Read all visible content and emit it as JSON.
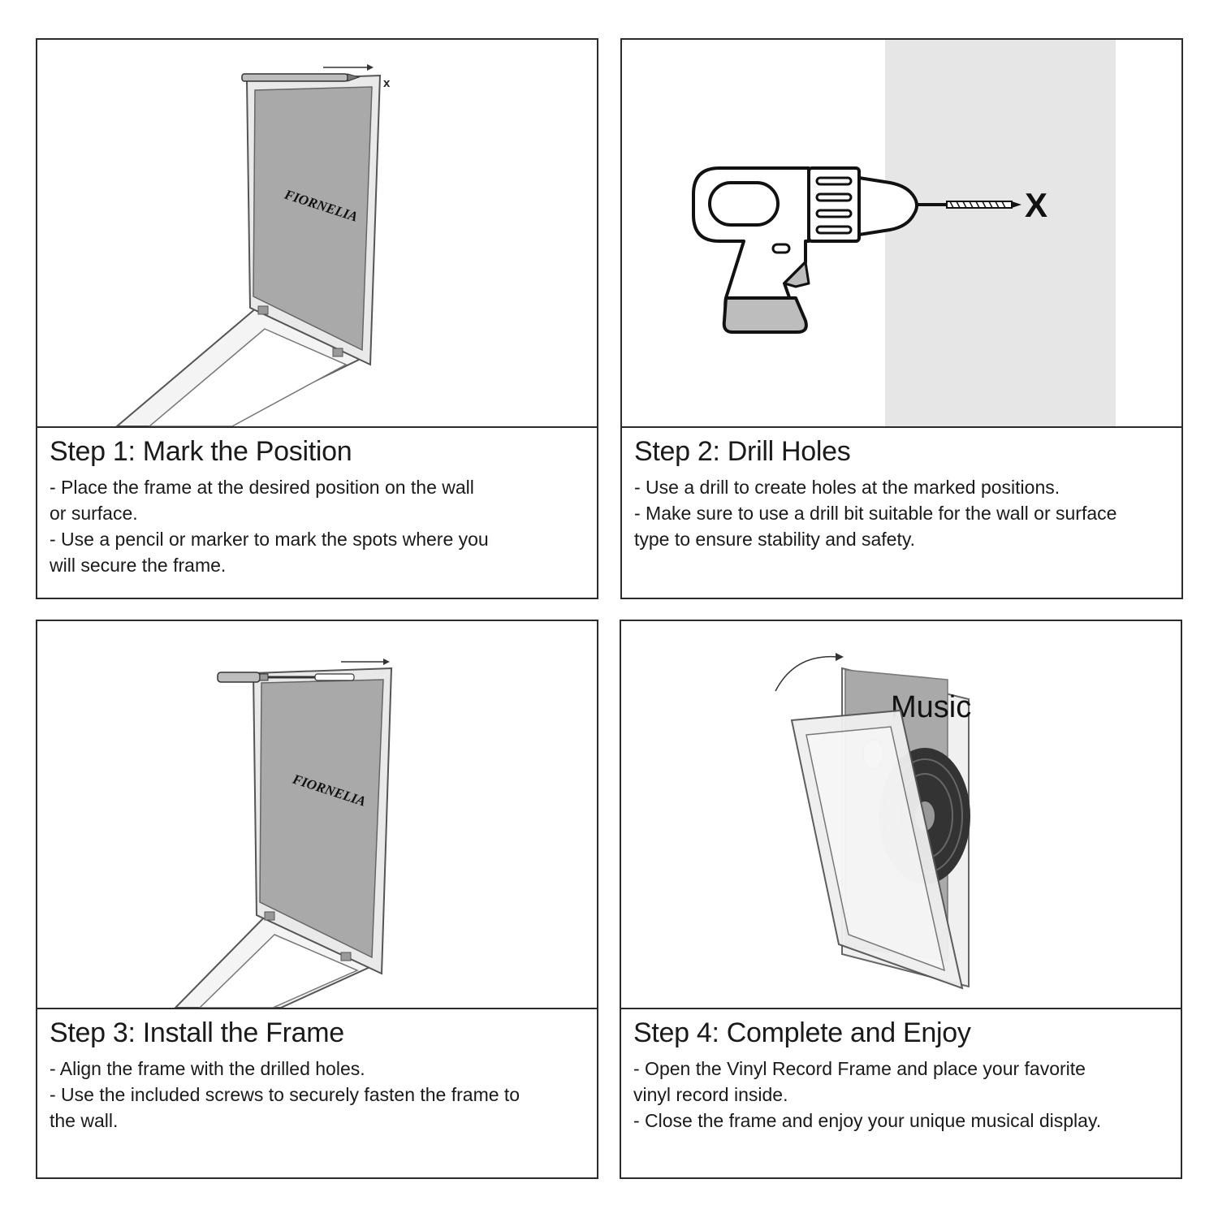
{
  "brand": "FIORNELIA",
  "steps": [
    {
      "title": "Step 1: Mark the Position",
      "lines": [
        "- Place the frame at the desired position on the wall",
        "or surface.",
        "- Use a pencil or marker to mark the spots where you",
        "will secure the frame."
      ]
    },
    {
      "title": "Step 2: Drill Holes",
      "lines": [
        "- Use a drill to create holes at the marked positions.",
        "- Make sure to use a drill bit suitable for the wall or surface",
        "type to ensure stability and safety."
      ]
    },
    {
      "title": "Step 3: Install the Frame",
      "lines": [
        "- Align the frame with the drilled holes.",
        "- Use the included screws to securely fasten the frame to",
        "the wall."
      ]
    },
    {
      "title": "Step 4: Complete and Enjoy",
      "lines": [
        "- Open the Vinyl Record Frame and place your favorite",
        "vinyl record inside.",
        "- Close the frame and enjoy your unique musical display."
      ]
    }
  ],
  "mark_glyph": "x",
  "drill_mark_glyph": "X",
  "poster_text": "Music",
  "icons": [
    "pencil-icon",
    "drill-icon",
    "screwdriver-icon",
    "open-frame-icon"
  ],
  "colors": {
    "border": "#2b2b2b",
    "wall": "#e6e6e6",
    "poster_gray": "#a9a9a9",
    "frame_gray": "#cfcfcf"
  }
}
